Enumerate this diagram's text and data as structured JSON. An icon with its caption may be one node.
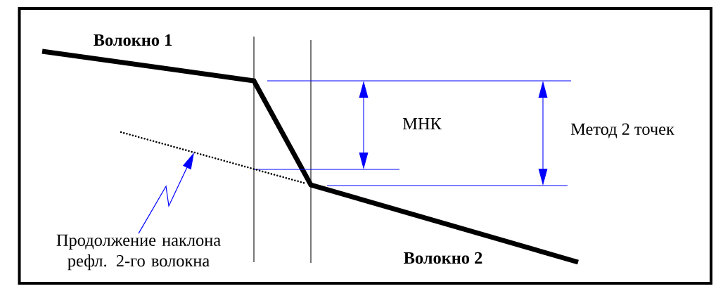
{
  "diagram": {
    "nodes": [
      {
        "text": [],
        "shape": "line"
      },
      {
        "text": [
          "Продолжение наклона рефл. 2-го волокна"
        ]
      }
    ],
    "edges": [
      {
        "from": 1,
        "to": 0,
        "arrow": "to",
        "color": "#0000ff"
      }
    ],
    "labels": [
      "Волокно 1",
      "МНК",
      "Метод 2 точек",
      "Волокно 2"
    ]
  }
}
